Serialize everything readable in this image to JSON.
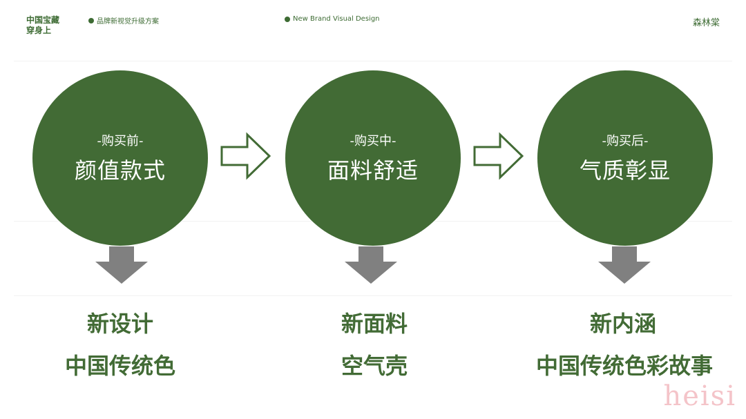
{
  "header": {
    "brand_line1": "中国宝藏",
    "brand_line2": "穿身上",
    "tag_left": "品牌新视觉升级方案",
    "tag_mid": "New Brand Visual Design",
    "author": "森林棠"
  },
  "stages": [
    {
      "sub": "-购买前-",
      "main": "颜值款式",
      "result1": "新设计",
      "result2": "中国传统色"
    },
    {
      "sub": "-购买中-",
      "main": "面料舒适",
      "result1": "新面料",
      "result2": "空气壳"
    },
    {
      "sub": "-购买后-",
      "main": "气质彰显",
      "result1": "新内涵",
      "result2": "中国传统色彩故事"
    }
  ],
  "watermark": "heisi",
  "colors": {
    "green": "#426b35",
    "arrow_gray": "#808080",
    "watermark": "#f4c4c9"
  }
}
